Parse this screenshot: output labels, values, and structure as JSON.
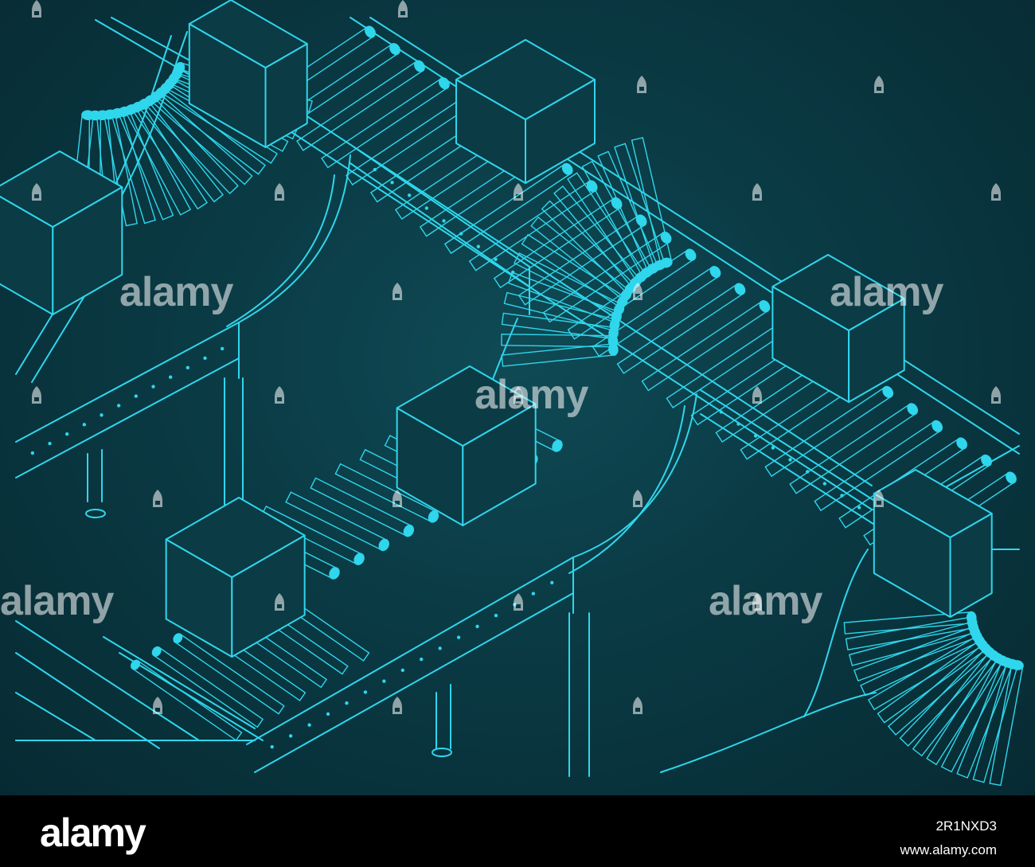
{
  "watermark": {
    "brand": "alamy",
    "pin_icon": "alamy-pin-icon"
  },
  "footer": {
    "logo_text": "alamy",
    "image_id": "2R1NXD3",
    "site": "www.alamy.com"
  },
  "colors": {
    "background": "#0a3a44",
    "linework": "#2fd6ec",
    "footer_background": "#000000",
    "footer_text": "#ffffff"
  },
  "scene": {
    "subject": "isometric blueprint of roller conveyor lines with curved sections carrying cardboard boxes",
    "box_count": 7
  }
}
